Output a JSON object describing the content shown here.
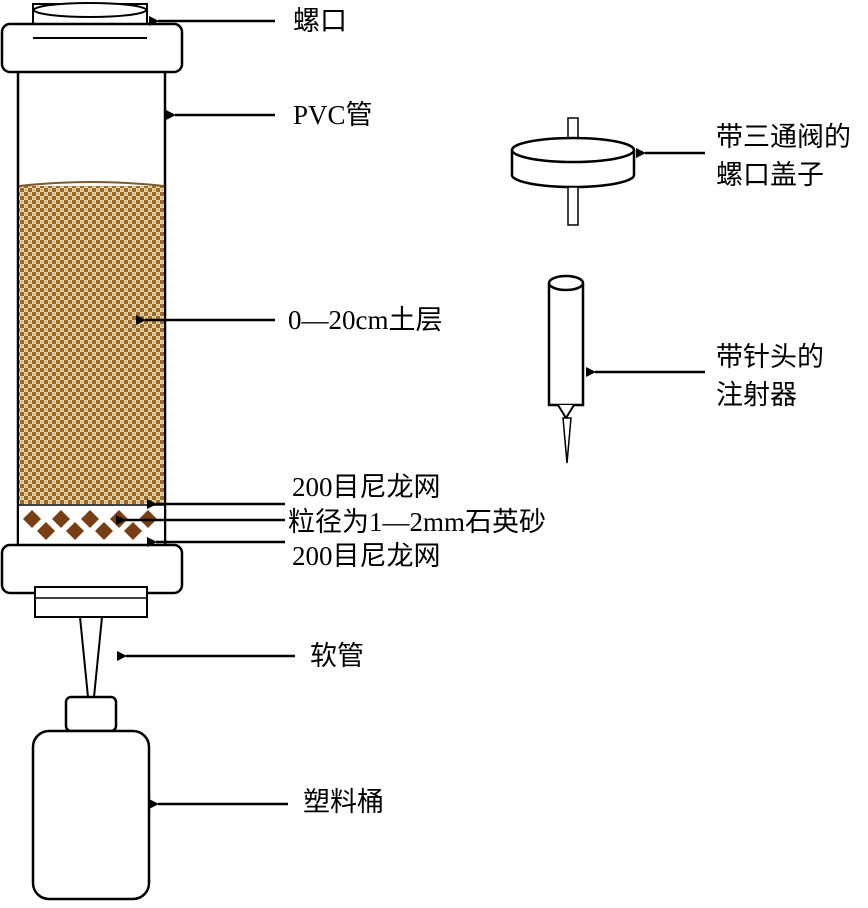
{
  "labels": {
    "screw_mouth": "螺口",
    "pvc_tube": "PVC管",
    "cap_line1": "带三通阀的",
    "cap_line2": "螺口盖子",
    "soil_layer": "0—20cm土层",
    "syringe_line1": "带针头的",
    "syringe_line2": "注射器",
    "nylon_mesh_top": "200目尼龙网",
    "quartz_sand": "粒径为1—2mm石英砂",
    "nylon_mesh_bottom": "200目尼龙网",
    "hose": "软管",
    "bucket": "塑料桶"
  },
  "colors": {
    "line": "#000000",
    "soil": "#9a6a2a",
    "soil_light": "#e6d3a6",
    "sand": "#7a3e14",
    "background": "#ffffff"
  }
}
